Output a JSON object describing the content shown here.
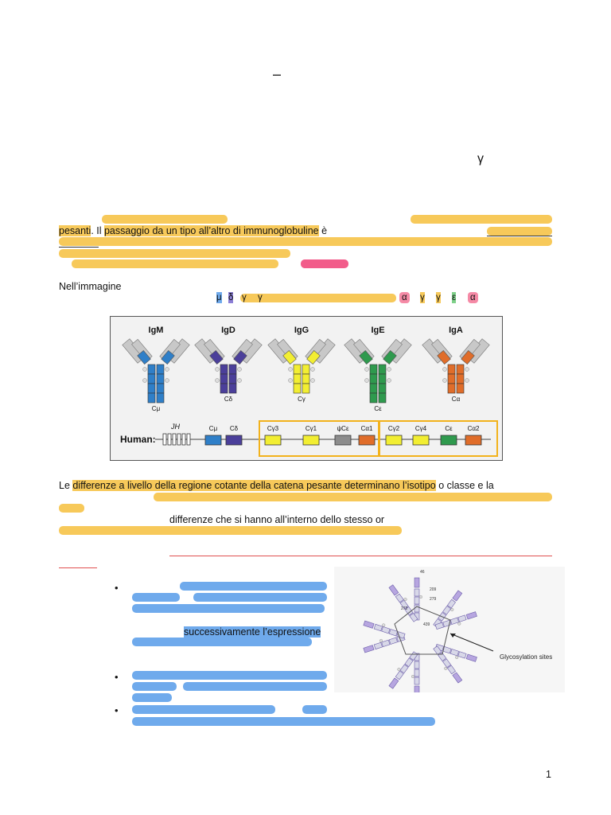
{
  "header": {
    "dash": "–",
    "gamma_symbol": "γ"
  },
  "paragraph1": {
    "word_pesanti": "pesanti",
    "text_il": ". Il ",
    "phrase_passaggio": "passaggio da un tipo all’altro di immunoglobuline",
    "text_e": " è"
  },
  "nell_immagine": "Nell’immagine",
  "greek_row": {
    "mu": "μ",
    "delta": "δ",
    "gamma1": "γ",
    "gamma2": "γ",
    "alpha1": "α",
    "gamma3": "γ",
    "gamma4": "γ",
    "epsilon": "ε",
    "alpha2": "α"
  },
  "figure1": {
    "antibodies": [
      {
        "name": "IgM",
        "sub": "Cμ",
        "color": "#2f7fc8"
      },
      {
        "name": "IgD",
        "sub": "Cδ",
        "color": "#4b3f9a"
      },
      {
        "name": "IgG",
        "sub": "Cγ",
        "color": "#f2ee32"
      },
      {
        "name": "IgE",
        "sub": "Cε",
        "color": "#2f9a4e"
      },
      {
        "name": "IgA",
        "sub": "Cα",
        "color": "#e06d2a"
      }
    ],
    "human_label": "Human:",
    "jh_label": "JH",
    "genes": [
      {
        "label": "Cμ",
        "color": "#2f7fc8"
      },
      {
        "label": "Cδ",
        "color": "#4b3f9a"
      },
      {
        "label": "Cγ3",
        "color": "#f2ee32"
      },
      {
        "label": "Cγ1",
        "color": "#f2ee32"
      },
      {
        "label": "ψCε",
        "color": "#8c8c8c"
      },
      {
        "label": "Cα1",
        "color": "#e06d2a"
      },
      {
        "label": "Cγ2",
        "color": "#f2ee32"
      },
      {
        "label": "Cγ4",
        "color": "#f2ee32"
      },
      {
        "label": "Cε",
        "color": "#2f9a4e"
      },
      {
        "label": "Cα2",
        "color": "#e06d2a"
      }
    ]
  },
  "paragraph2": {
    "le": "Le ",
    "phrase": "differenze a livello della regione cotante della catena pesante determinano l’isotipo",
    "rest": " o classe e la"
  },
  "paragraph2_line3": "differenze che si hanno all’interno dello stesso or",
  "bullets": {
    "line_successivamente": "successivamente l’espressione"
  },
  "figure2": {
    "labels": {
      "n46": "46",
      "n209": "209",
      "n272": "272",
      "n279": "279",
      "n439": "439",
      "glyco": "Glycosylation sites"
    }
  },
  "page_number": "1",
  "colors": {
    "highlight_yellow": "#f7c95a",
    "highlight_blue": "#6faaec",
    "highlight_pink": "#f25c8a"
  }
}
